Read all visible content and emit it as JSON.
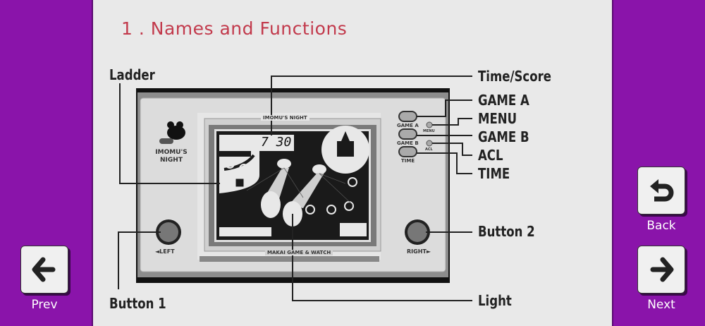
{
  "title": "1 . Names and Functions",
  "labels": {
    "ladder": "Ladder",
    "time_score": "Time/Score",
    "game_a": "GAME A",
    "menu": "MENU",
    "game_b": "GAME B",
    "acl": "ACL",
    "time": "TIME",
    "button1": "Button 1",
    "button2": "Button 2",
    "light": "Light"
  },
  "device": {
    "logo_text_1": "IMOMU'S",
    "logo_text_2": "NIGHT",
    "screen_title": "IMOMU'S NIGHT",
    "brand": "MAKAI GAME & WATCH",
    "score": "7 30",
    "btn_game_a": "GAME A",
    "btn_menu": "MENU",
    "btn_game_b": "GAME B",
    "btn_acl": "ACL",
    "btn_time": "TIME",
    "left": "◄LEFT",
    "right": "RIGHT►"
  },
  "nav": {
    "back": "Back",
    "prev": "Prev",
    "next": "Next"
  },
  "colors": {
    "background": "#8a14aa",
    "panel": "#e9e9e9",
    "title": "#c23a4c"
  }
}
